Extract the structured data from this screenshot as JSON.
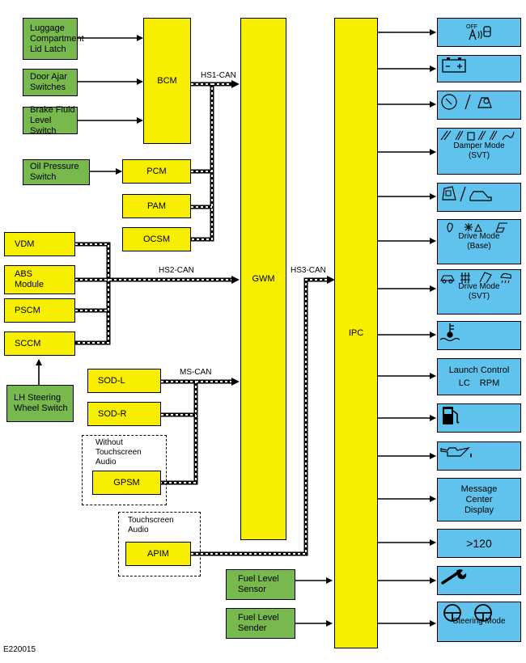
{
  "inputs": {
    "luggage_latch": "Luggage\nCompartment\nLid Latch",
    "door_ajar": "Door Ajar\nSwitches",
    "brake_fluid": "Brake Fluid\nLevel Switch",
    "oil_pressure": "Oil Pressure\nSwitch",
    "lh_steering": "LH Steering\nWheel Switch",
    "fuel_sensor": "Fuel Level\nSensor",
    "fuel_sender": "Fuel Level\nSender"
  },
  "modules": {
    "bcm": "BCM",
    "pcm": "PCM",
    "pam": "PAM",
    "ocsm": "OCSM",
    "vdm": "VDM",
    "abs": "ABS\nModule",
    "pscm": "PSCM",
    "sccm": "SCCM",
    "sodl": "SOD-L",
    "sodr": "SOD-R",
    "gpsm": "GPSM",
    "apim": "APIM",
    "gwm": "GWM",
    "ipc": "IPC"
  },
  "notes": {
    "without_touch": "Without\nTouchscreen\nAudio",
    "touch": "Touchscreen\nAudio"
  },
  "buses": {
    "hs1": "HS1-CAN",
    "hs2": "HS2-CAN",
    "hs3": "HS3-CAN",
    "ms": "MS-CAN"
  },
  "indicators": {
    "damper_mode": "Damper Mode\n(SVT)",
    "drive_mode_base": "Drive Mode\n(Base)",
    "drive_mode_svt": "Drive Mode\n(SVT)",
    "launch_control": "Launch Control",
    "lc": "LC",
    "rpm": "RPM",
    "message_center": "Message\nCenter\nDisplay",
    "speed": ">120",
    "steering_mode": "Steering Mode",
    "off": "OFF"
  },
  "icons": [
    "headlamp-off-icon",
    "battery-icon",
    "steering-warning-icon",
    "damper-mode-icon",
    "door-ajar-icon",
    "drive-mode-base-icon",
    "drive-mode-svt-icon",
    "coolant-temp-icon",
    "fuel-pump-icon",
    "oil-can-icon",
    "wrench-icon",
    "steering-wheel-icon"
  ],
  "colors": {
    "input_green": "#77b94d",
    "module_yellow": "#f7ee00",
    "indicator_blue": "#5fc3ee"
  },
  "figure_code": "E220015"
}
